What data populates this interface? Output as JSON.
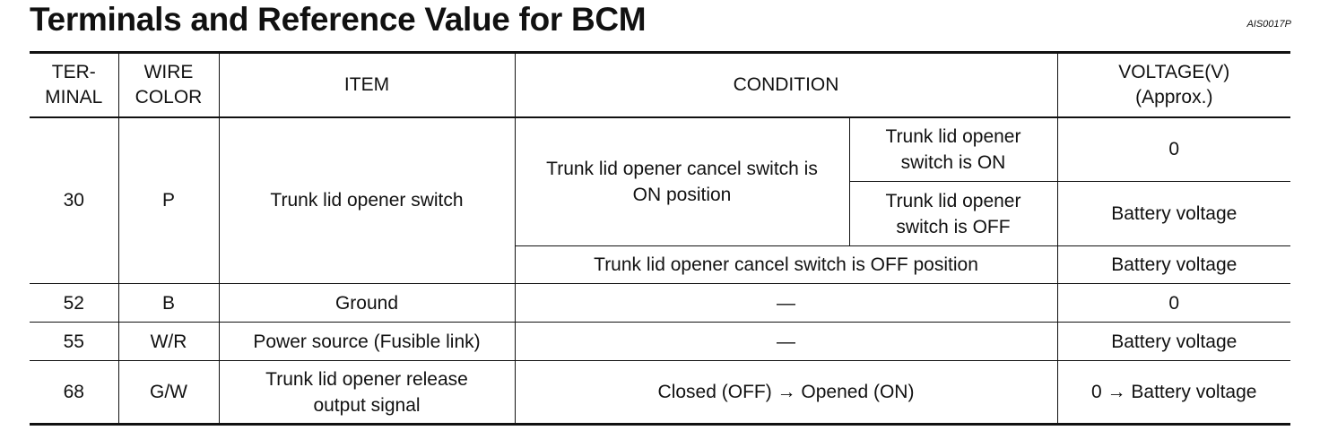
{
  "header": {
    "title": "Terminals and Reference Value for BCM",
    "ref_code": "AIS0017P"
  },
  "table": {
    "columns": {
      "terminal_l1": "TER-",
      "terminal_l2": "MINAL",
      "wire_l1": "WIRE",
      "wire_l2": "COLOR",
      "item": "ITEM",
      "condition": "CONDITION",
      "voltage_l1": "VOLTAGE(V)",
      "voltage_l2": "(Approx.)"
    },
    "rows": [
      {
        "terminal": "30",
        "wire": "P",
        "item": "Trunk lid opener switch",
        "cancel_on_l1": "Trunk lid opener cancel switch is",
        "cancel_on_l2": "ON position",
        "sub_on_l1": "Trunk lid opener",
        "sub_on_l2": "switch is ON",
        "volt_on": "0",
        "sub_off_l1": "Trunk lid opener",
        "sub_off_l2": "switch is OFF",
        "volt_off": "Battery voltage",
        "cancel_off": "Trunk lid opener cancel switch is OFF position",
        "volt_cancel_off": "Battery voltage"
      },
      {
        "terminal": "52",
        "wire": "B",
        "item": "Ground",
        "condition": "—",
        "voltage": "0"
      },
      {
        "terminal": "55",
        "wire": "W/R",
        "item": "Power source (Fusible link)",
        "condition": "—",
        "voltage": "Battery voltage"
      },
      {
        "terminal": "68",
        "wire": "G/W",
        "item_l1": "Trunk lid opener release",
        "item_l2": "output signal",
        "condition": "Closed (OFF) → Opened (ON)",
        "voltage": "0 → Battery voltage"
      }
    ]
  }
}
